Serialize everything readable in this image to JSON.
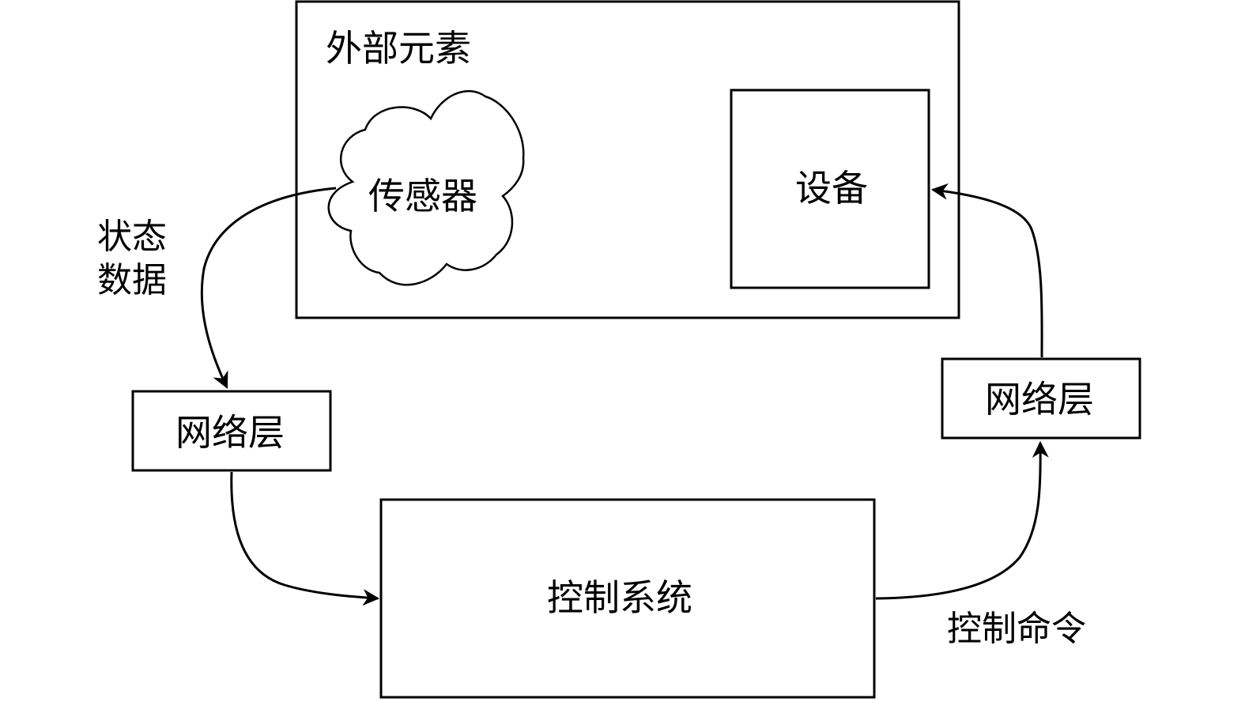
{
  "external_elements": {
    "title": "外部元素"
  },
  "sensor": {
    "label": "传感器"
  },
  "device": {
    "label": "设备"
  },
  "network_left": {
    "label": "网络层"
  },
  "network_right": {
    "label": "网络层"
  },
  "control_system": {
    "label": "控制系统"
  },
  "edges": {
    "state_data": "状态数据",
    "control_command": "控制命令"
  }
}
